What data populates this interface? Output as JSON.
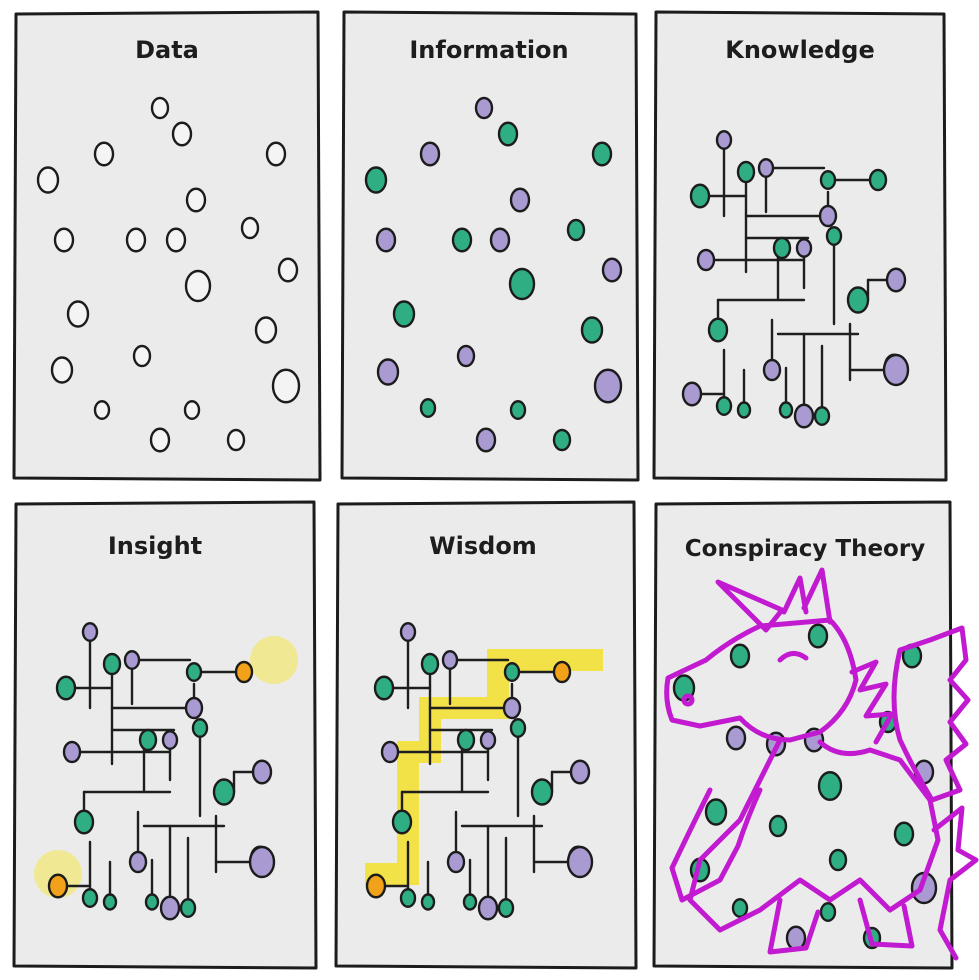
{
  "colors": {
    "empty": "#f4f4f4",
    "green": "#2fae84",
    "purple": "#a99ad2",
    "orange": "#f2a21a",
    "highlight": "#f4df2c",
    "unicorn": "#c21ad0",
    "ink": "#1c1c1c"
  },
  "panels": [
    {
      "key": "data",
      "title": "Data"
    },
    {
      "key": "information",
      "title": "Information"
    },
    {
      "key": "knowledge",
      "title": "Knowledge"
    },
    {
      "key": "insight",
      "title": "Insight"
    },
    {
      "key": "wisdom",
      "title": "Wisdom"
    },
    {
      "key": "conspiracy",
      "title": "Conspiracy Theory"
    }
  ]
}
